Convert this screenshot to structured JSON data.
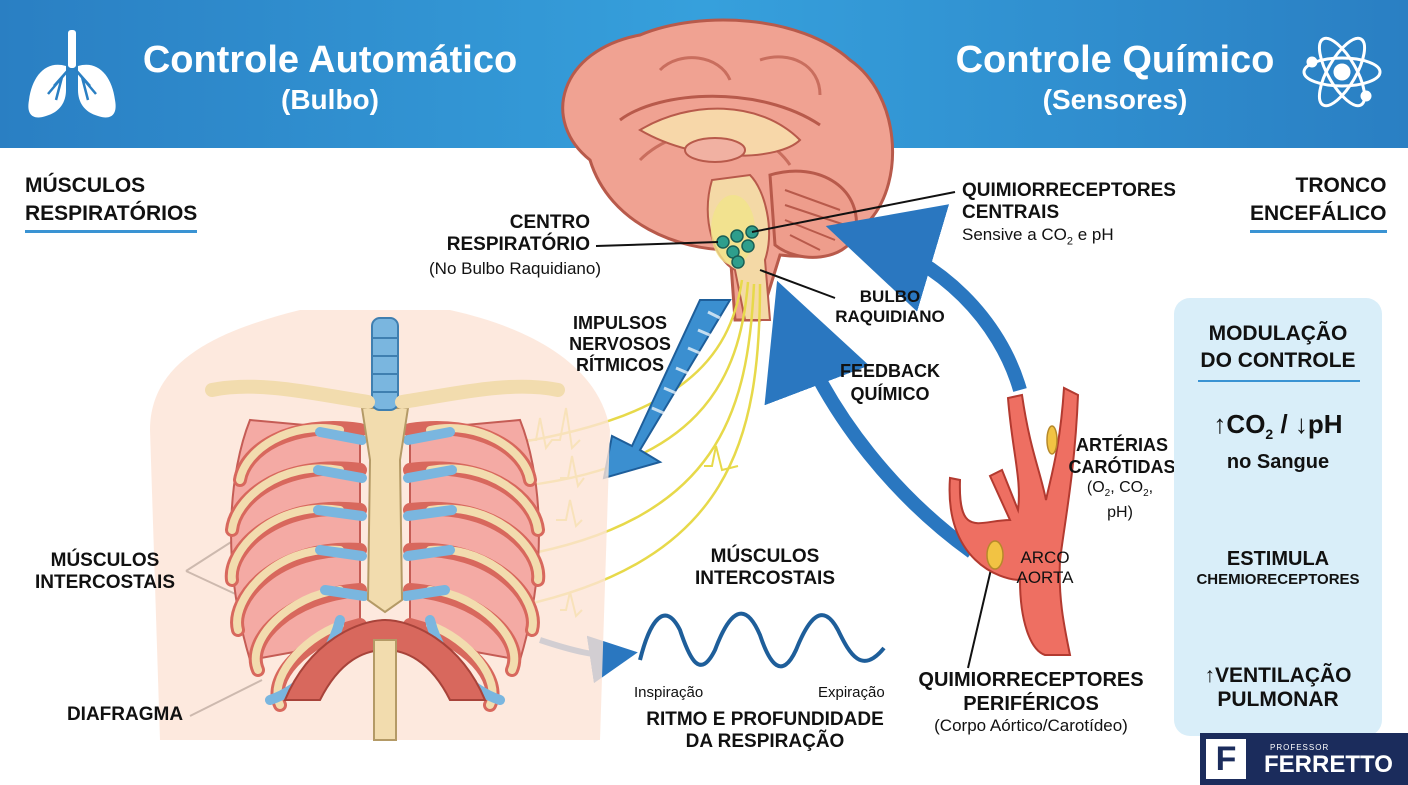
{
  "banner": {
    "left_title": "Controle Automático",
    "left_subtitle": "(Bulbo)",
    "right_title": "Controle Químico",
    "right_subtitle": "(Sensores)",
    "left_icon": "lungs-icon",
    "right_icon": "atom-icon"
  },
  "headers": {
    "left_line1": "MÚSCULOS",
    "left_line2": "RESPIRATÓRIOS",
    "right_line1": "TRONCO",
    "right_line2": "ENCEFÁLICO"
  },
  "labels": {
    "centro_line1": "CENTRO",
    "centro_line2": "RESPIRATÓRIO",
    "centro_sub": "(No Bulbo Raquidiano)",
    "quimio_central_line1": "QUIMIORRECEPTORES",
    "quimio_central_line2": "CENTRAIS",
    "quimio_central_sub_pre": "Sensive a CO",
    "quimio_central_sub_sub": "2",
    "quimio_central_sub_post": " e pH",
    "bulbo_line1": "BULBO",
    "bulbo_line2": "RAQUIDIANO",
    "impulsos_line1": "IMPULSOS",
    "impulsos_line2": "NERVOSOS",
    "impulsos_line3": "RÍTMICOS",
    "feedback_line1": "FEEDBACK",
    "feedback_line2": "QUÍMICO",
    "arterias_line1": "ARTÉRIAS",
    "arterias_line2": "CARÓTIDAS",
    "arterias_sub1": "(O",
    "arterias_sub1_s": "2",
    "arterias_sub2": ", CO",
    "arterias_sub2_s": "2",
    "arterias_sub3": ",",
    "arterias_sub4": "pH)",
    "arco_line1": "ARCO",
    "arco_line2": "AORTA",
    "musc_inter_left_line1": "MÚSCULOS",
    "musc_inter_left_line2": "INTERCOSTAIS",
    "diafragma": "DIAFRAGMA",
    "musc_inter_mid_line1": "MÚSCULOS",
    "musc_inter_mid_line2": "INTERCOSTAIS",
    "inspiracao": "Inspiração",
    "expiracao": "Expiração",
    "ritmo_line1": "RITMO E PROFUNDIDADE",
    "ritmo_line2": "DA RESPIRAÇÃO",
    "quimio_perif_line1": "QUIMIORRECEPTORES",
    "quimio_perif_line2": "PERIFÉRICOS",
    "quimio_perif_sub": "(Corpo Aórtico/Carotídeo)"
  },
  "panel": {
    "title_line1": "MODULAÇÃO",
    "title_line2": "DO CONTROLE",
    "up_arrow": "↑",
    "co2": "CO",
    "co2_sub": "2",
    "slash": " / ",
    "down_arrow": "↓",
    "ph": "pH",
    "sangue": "no Sangue",
    "estimula": "ESTIMULA",
    "chemio": "CHEMIORECEPTORES",
    "vent_arrow": "↑",
    "vent_line1": "VENTILAÇÃO",
    "vent_line2": "PULMONAR"
  },
  "logo": {
    "letter": "F",
    "top": "PROFESSOR",
    "name": "FERRETTO"
  },
  "colors": {
    "banner": "#2a7fc3",
    "arrow_blue": "#2a77c0",
    "panel_bg": "#d9eef9",
    "nerve_yellow": "#e7d94a",
    "brain_pink": "#f0a292",
    "rib_cream": "#f2dcae",
    "cartilage_blue": "#7ab6df",
    "muscle_red": "#d8685d",
    "logo_navy": "#1b2c5c"
  }
}
